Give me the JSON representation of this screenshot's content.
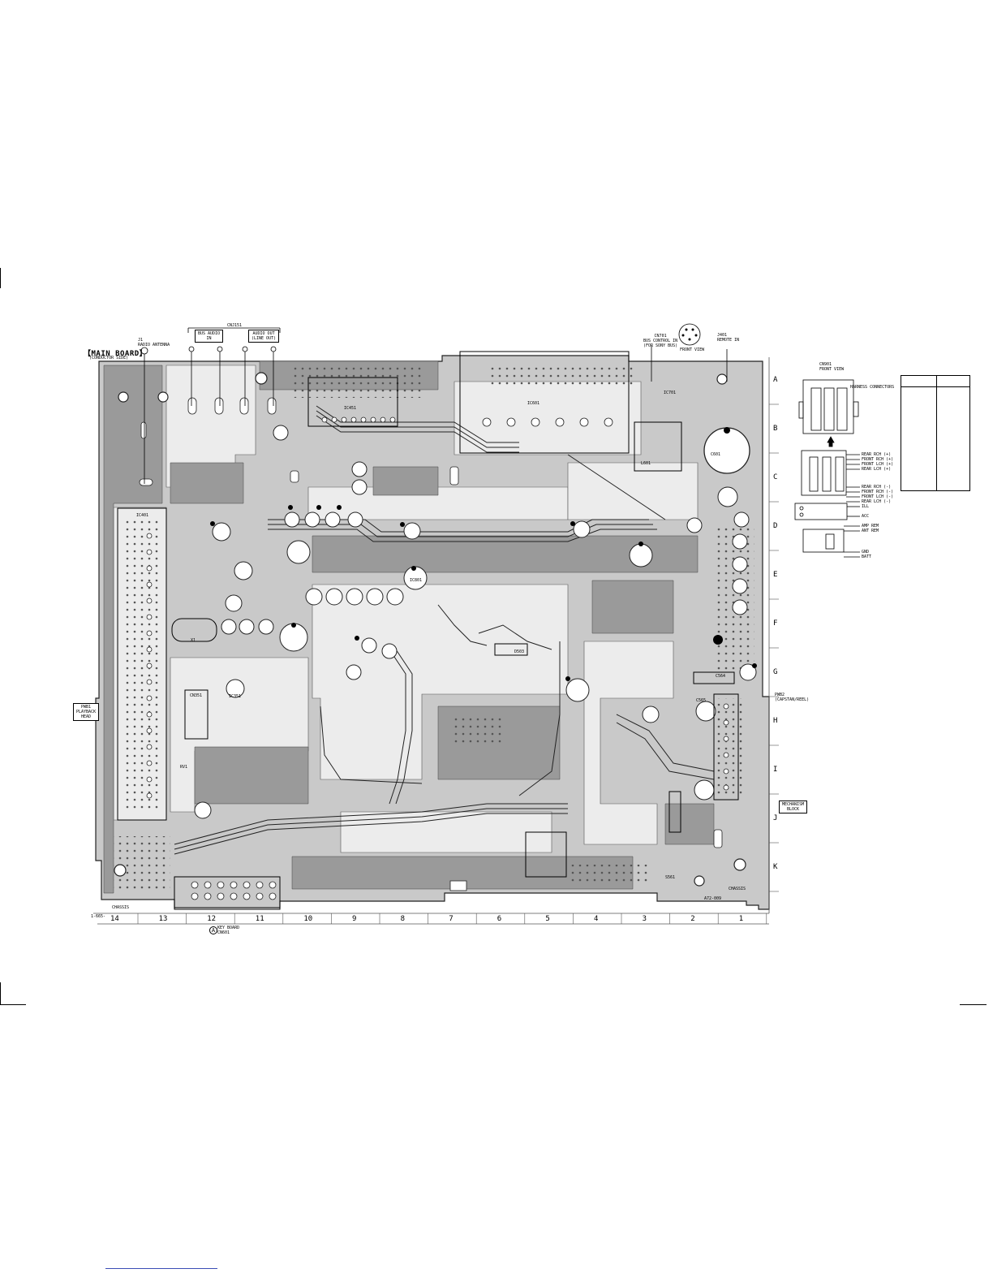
{
  "board": {
    "title": "【MAIN BOARD】",
    "subtitle": "(CONDUCTOR SIDE)"
  },
  "grid": {
    "rows": [
      "A",
      "B",
      "C",
      "D",
      "E",
      "F",
      "G",
      "H",
      "I",
      "J",
      "K"
    ],
    "columns": [
      "14",
      "13",
      "12",
      "11",
      "10",
      "9",
      "8",
      "7",
      "6",
      "5",
      "4",
      "3",
      "2",
      "1"
    ]
  },
  "connectors": {
    "cnj151": "CNJ151",
    "bus_audio_in": "BUS AUDIO\nIN",
    "audio_out_line_out": "AUDIO OUT\n(LINE OUT)",
    "antenna": "J1\nRADIO ANTENNA",
    "cn701": "CN701\nBUS CONTROL IN\n(FOR SONY BUS)",
    "front_view_1": "FRONT VIEW",
    "j401": "J401\nREMOTE IN",
    "cn901": "CN901\nFRONT VIEW",
    "harness": "HARNESS CONNECTORS",
    "pwb1": "PWB1\nPLAYBACK\nHEAD",
    "pwb2": "PWB2\n(CAPSTAN/REEL)",
    "mechanism": "MECHANISM\nBLOCK",
    "key_board": "KEY BOARD\nCN601",
    "chassis_1": "CHASSIS",
    "chassis_2": "CHASSIS",
    "key_board_marker": "A"
  },
  "harness_pins": [
    "REAR RCH (+)",
    "FRONT RCH (+)",
    "FRONT LCH (+)",
    "REAR LCH (+)",
    "REAR RCH (-)",
    "FRONT RCH (-)",
    "FRONT LCH (-)",
    "REAR LCH (-)",
    "ILL",
    "ACC",
    "AMP REM",
    "ANT REM",
    "GND",
    "BATT"
  ],
  "parts": {
    "ic401": "IC401",
    "ic451": "IC451",
    "ic601": "IC601",
    "ic701": "IC701",
    "ic801": "IC801",
    "ic351": "IC351",
    "cn351": "CN351",
    "c601": "C601",
    "d503": "D503",
    "l601": "L601",
    "rv1": "RV1",
    "x1": "X1",
    "c564": "C564",
    "c565": "C565",
    "s561": "S561",
    "fw": "A72-009",
    "serial": "1-665-"
  }
}
